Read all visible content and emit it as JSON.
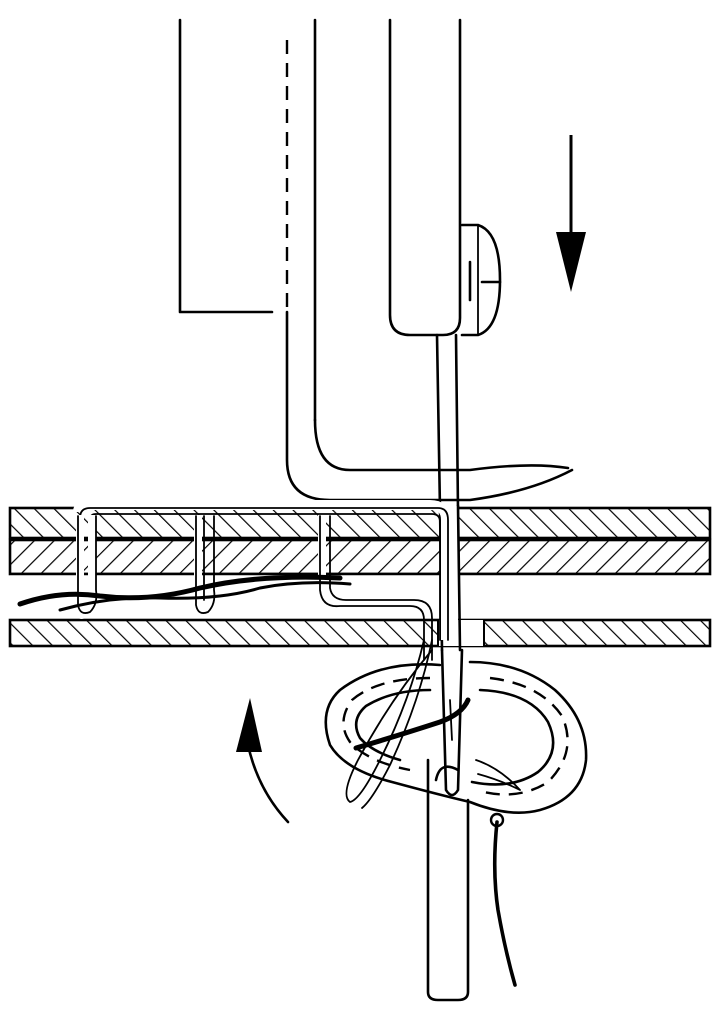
{
  "figure": {
    "colors": {
      "ink": "#000000",
      "paper": "#ffffff"
    },
    "parts": [
      "presser-foot",
      "needle-bar",
      "set-screw",
      "needle",
      "fabric-layers",
      "thread-loops",
      "rotary-hook",
      "bobbin-thread"
    ],
    "motion_indicators": {
      "needle": "down-arrow",
      "hook": "counterclockwise-arrow"
    }
  }
}
